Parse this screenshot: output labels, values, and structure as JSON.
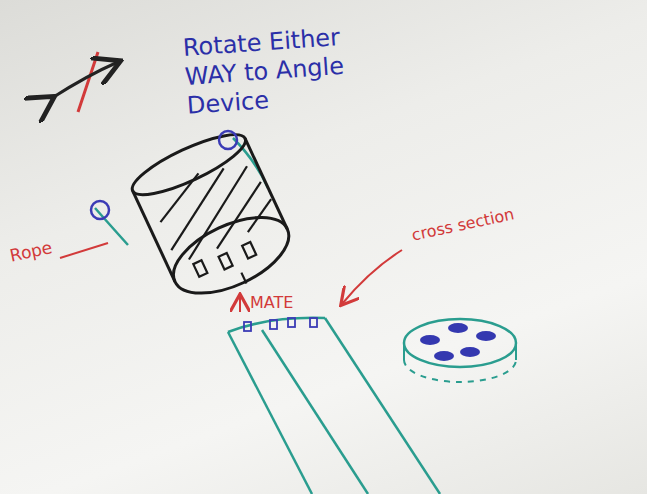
{
  "diagram": {
    "labels": [
      "Rotate Either WAY to Angle Device",
      "Rope",
      "MATE",
      "cross section"
    ]
  }
}
